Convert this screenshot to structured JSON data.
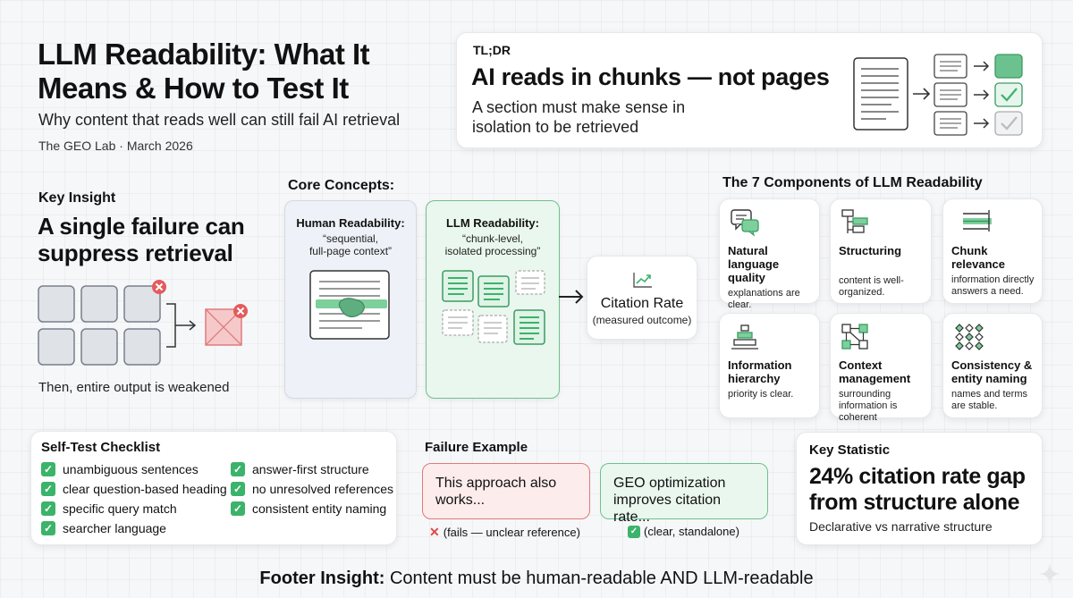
{
  "header": {
    "title_line1": "LLM Readability: What It",
    "title_line2": "Means & How to Test It",
    "subtitle": "Why content that reads well can still fail AI retrieval",
    "byline": "The GEO Lab · March 2026"
  },
  "tldr": {
    "label": "TL;DR",
    "headline": "AI reads in chunks — not pages",
    "body_line1": "A section must make sense in",
    "body_line2": "isolation to be retrieved"
  },
  "key_insight": {
    "label": "Key Insight",
    "headline_line1": "A single failure can",
    "headline_line2": "suppress retrieval",
    "caption": "Then, entire output is weakened"
  },
  "core_concepts": {
    "label": "Core Concepts:",
    "human": {
      "title": "Human Readability:",
      "quote_line1": "“sequential,",
      "quote_line2": "full-page context”"
    },
    "llm": {
      "title": "LLM Readability:",
      "quote_line1": "“chunk-level,",
      "quote_line2": "isolated processing”"
    },
    "outcome": {
      "title": "Citation Rate",
      "subtitle": "(measured outcome)"
    }
  },
  "components": {
    "label": "The 7 Components of LLM Readability",
    "items": [
      {
        "title": "Natural language quality",
        "desc": "explanations are clear.",
        "icon": "chat-bubbles-icon"
      },
      {
        "title": "Structuring",
        "desc": "content is well-organized.",
        "icon": "tree-structure-icon"
      },
      {
        "title": "Chunk relevance",
        "desc": "information directly answers a need.",
        "icon": "highlight-lines-icon"
      },
      {
        "title": "Information hierarchy",
        "desc": "priority is clear.",
        "icon": "pyramid-icon"
      },
      {
        "title": "Context management",
        "desc": "surrounding information is coherent",
        "icon": "connected-nodes-icon"
      },
      {
        "title": "Consistency & entity naming",
        "desc": "names and terms are stable.",
        "icon": "tags-icon"
      }
    ]
  },
  "checklist": {
    "label": "Self-Test Checklist",
    "col1": [
      "unambiguous sentences",
      "clear question-based heading",
      "specific query match",
      "searcher language"
    ],
    "col2": [
      "answer-first structure",
      "no unresolved references",
      "consistent entity naming"
    ]
  },
  "failure_example": {
    "label": "Failure Example",
    "bad_text": "This approach also works...",
    "bad_caption": "(fails — unclear reference)",
    "good_text": "GEO optimization improves citation rate...",
    "good_caption": "(clear, standalone)"
  },
  "key_statistic": {
    "label": "Key Statistic",
    "headline_line1": "24% citation rate gap",
    "headline_line2": "from structure alone",
    "caption": "Declarative vs narrative structure"
  },
  "footer": {
    "bold": "Footer Insight:",
    "text": "Content must be human-readable AND LLM-readable"
  },
  "colors": {
    "accent_green": "#3bb36a",
    "fail_red": "#e45b5b",
    "llm_panel_bg": "#eaf7ee",
    "human_panel_bg": "#eef1f7"
  }
}
